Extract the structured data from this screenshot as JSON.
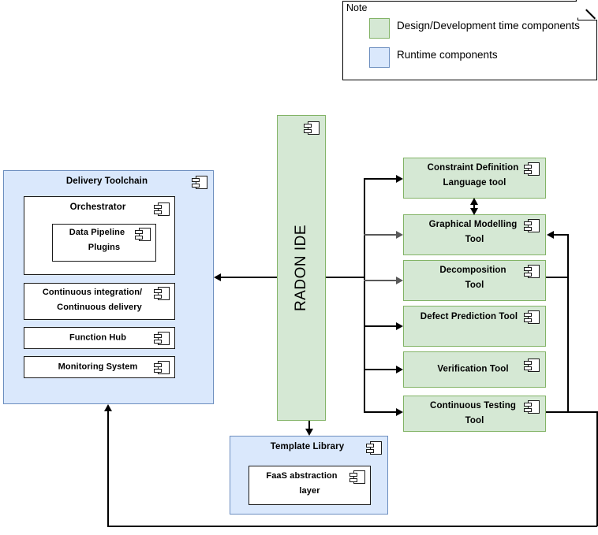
{
  "note": {
    "label": "Note",
    "legend": [
      {
        "text": "Design/Development time components",
        "color": "#d5e8d4",
        "border": "#82b366"
      },
      {
        "text": "Runtime components",
        "color": "#dae8fc",
        "border": "#6c8ebf"
      }
    ]
  },
  "delivery_toolchain": {
    "title": "Delivery Toolchain",
    "icon": "uml-component-icon",
    "children": [
      {
        "title": "Orchestrator",
        "icon": "uml-component-icon",
        "children": [
          {
            "title": "Data Pipeline Plugins",
            "line1": "Data Pipeline",
            "line2": "Plugins",
            "icon": "uml-component-icon"
          }
        ]
      },
      {
        "title": "Continuous integration/ Continuous delivery",
        "line1": "Continuous integration/",
        "line2": "Continuous delivery",
        "icon": "uml-component-icon"
      },
      {
        "title": "Function Hub",
        "icon": "uml-component-icon"
      },
      {
        "title": "Monitoring System",
        "icon": "uml-component-icon"
      }
    ]
  },
  "radon_ide": {
    "title": "RADON IDE",
    "icon": "uml-component-icon"
  },
  "template_library": {
    "title": "Template Library",
    "icon": "uml-component-icon",
    "children": [
      {
        "title": "FaaS abstraction layer",
        "line1": "FaaS abstraction",
        "line2": "layer",
        "icon": "uml-component-icon"
      }
    ]
  },
  "tools": [
    {
      "title": "Constraint Definition Language tool",
      "line1": "Constraint Definition",
      "line2": "Language tool",
      "icon": "uml-component-icon"
    },
    {
      "title": "Graphical Modelling Tool",
      "line1": "Graphical Modelling",
      "line2": "Tool",
      "icon": "uml-component-icon"
    },
    {
      "title": "Decomposition Tool",
      "line1": "Decomposition",
      "line2": "Tool",
      "icon": "uml-component-icon"
    },
    {
      "title": "Defect Prediction Tool",
      "line1": "Defect Prediction Tool",
      "line2": "",
      "icon": "uml-component-icon"
    },
    {
      "title": "Verification Tool",
      "line1": "Verification Tool",
      "line2": "",
      "icon": "uml-component-icon"
    },
    {
      "title": "Continuous Testing Tool",
      "line1": "Continuous Testing",
      "line2": "Tool",
      "icon": "uml-component-icon"
    }
  ],
  "colors": {
    "design_fill": "#d5e8d4",
    "design_stroke": "#82b366",
    "runtime_fill": "#dae8fc",
    "runtime_stroke": "#6c8ebf",
    "connector": "#000000",
    "connector_gray": "#595959"
  }
}
